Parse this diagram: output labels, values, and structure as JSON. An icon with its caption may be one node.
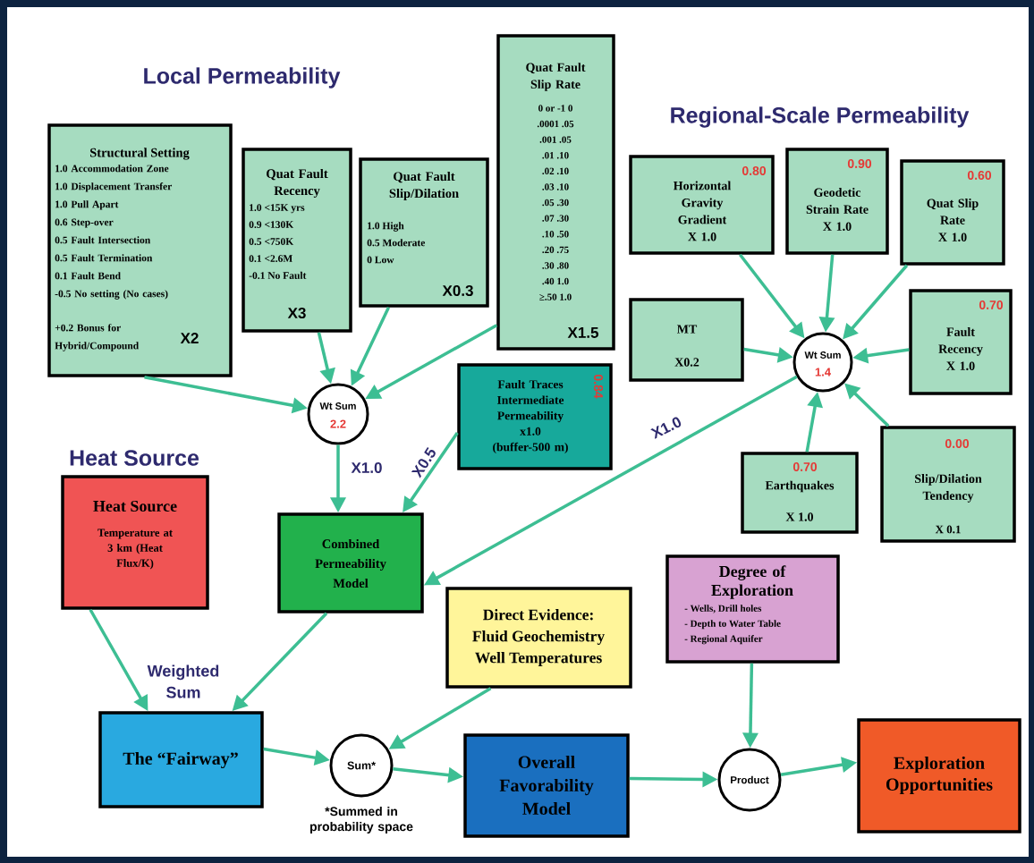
{
  "diagram": {
    "nodes": [
      {
        "text": [
          "Structural Setting",
          "1.0 Accommodation Zone",
          "1.0 Displacement Transfer",
          "1.0 Pull Apart",
          "0.6 Step-over",
          "0.5 Fault Intersection",
          "0.5 Fault Termination",
          "0.1 Fault Bend",
          "-0.5 No setting (No cases)",
          "+0.2 Bonus for Hybrid/Compound",
          "X2"
        ]
      },
      {
        "text": [
          "Quat Fault Recency",
          "1.0 <15K yrs",
          "0.9 <130K",
          "0.5 <750K",
          "0.1 <2.6M",
          "-0.1 No Fault",
          "X3"
        ]
      },
      {
        "text": [
          "Quat Fault Slip/Dilation",
          "1.0 High",
          "0.5 Moderate",
          "0 Low",
          "X0.3"
        ]
      },
      {
        "text": [
          "Quat Fault Slip Rate",
          "0 or -1 0",
          ".0001 .05",
          ".001 .05",
          ".01 .10",
          ".02 .10",
          ".03 .10",
          ".05 .30",
          ".07 .30",
          ".10 .50",
          ".20 .75",
          ".30 .80",
          ".40 1.0",
          "≥.50 1.0",
          "X1.5"
        ]
      },
      {
        "text": [
          "Wt Sum",
          "2.2"
        ]
      },
      {
        "text": [
          "Fault Traces Intermediate Permeability",
          "x1.0",
          "(buffer-500 m)",
          "0.84"
        ]
      },
      {
        "text": [
          "0.80",
          "Horizontal Gravity Gradient",
          "X 1.0"
        ]
      },
      {
        "text": [
          "0.90",
          "Geodetic Strain Rate",
          "X 1.0"
        ]
      },
      {
        "text": [
          "0.60",
          "Quat Slip Rate",
          "X 1.0"
        ]
      },
      {
        "text": [
          "MT",
          "X0.2"
        ]
      },
      {
        "text": [
          "Wt Sum",
          "1.4"
        ]
      },
      {
        "text": [
          "0.70",
          "Fault Recency",
          "X 1.0"
        ]
      },
      {
        "text": [
          "0.70",
          "Earthquakes",
          "X 1.0"
        ]
      },
      {
        "text": [
          "0.00",
          "Slip/Dilation Tendency",
          "X 0.1"
        ]
      },
      {
        "text": [
          "Heat Source",
          "Temperature at 3 km (Heat Flux/K)"
        ]
      },
      {
        "text": [
          "Combined Permeability Model"
        ]
      },
      {
        "text": [
          "Direct Evidence:",
          "Fluid Geochemistry",
          "Well Temperatures"
        ]
      },
      {
        "text": [
          "Degree of Exploration",
          "- Wells, Drill holes",
          "- Depth to Water Table",
          "- Regional Aquifer"
        ]
      },
      {
        "text": [
          "The “Fairway”"
        ]
      },
      {
        "text": [
          "Sum*"
        ],
        "beside": [
          "*Summed in probability space"
        ]
      },
      {
        "text": [
          "Overall Favorability Model"
        ]
      },
      {
        "text": [
          "Product"
        ]
      },
      {
        "text": [
          "Exploration Opportunities"
        ]
      }
    ],
    "edges": [
      {
        "from": 0,
        "to": 4,
        "arrow": "to"
      },
      {
        "from": 1,
        "to": 4,
        "arrow": "to"
      },
      {
        "from": 2,
        "to": 4,
        "arrow": "to"
      },
      {
        "from": 3,
        "to": 4,
        "arrow": "to"
      },
      {
        "from": 4,
        "to": 15,
        "arrow": "to",
        "label": "X1.0"
      },
      {
        "from": 5,
        "to": 15,
        "arrow": "to",
        "label": "X0.5"
      },
      {
        "from": 10,
        "to": 15,
        "arrow": "to",
        "label": "X1.0"
      },
      {
        "from": 6,
        "to": 10,
        "arrow": "to"
      },
      {
        "from": 7,
        "to": 10,
        "arrow": "to"
      },
      {
        "from": 8,
        "to": 10,
        "arrow": "to"
      },
      {
        "from": 9,
        "to": 10,
        "arrow": "to"
      },
      {
        "from": 11,
        "to": 10,
        "arrow": "to"
      },
      {
        "from": 12,
        "to": 10,
        "arrow": "to"
      },
      {
        "from": 13,
        "to": 10,
        "arrow": "to"
      },
      {
        "from": 14,
        "to": 18,
        "arrow": "to"
      },
      {
        "from": 15,
        "to": 18,
        "arrow": "to"
      },
      {
        "from": 18,
        "to": 19,
        "arrow": "to"
      },
      {
        "from": 16,
        "to": 19,
        "arrow": "to"
      },
      {
        "from": 19,
        "to": 20,
        "arrow": "to"
      },
      {
        "from": 20,
        "to": 21,
        "arrow": "to"
      },
      {
        "from": 17,
        "to": 21,
        "arrow": "to"
      },
      {
        "from": 21,
        "to": 22,
        "arrow": "to"
      }
    ],
    "labels": [
      "Local Permeability",
      "Regional-Scale Permeability",
      "Heat Source",
      "Weighted Sum"
    ]
  }
}
